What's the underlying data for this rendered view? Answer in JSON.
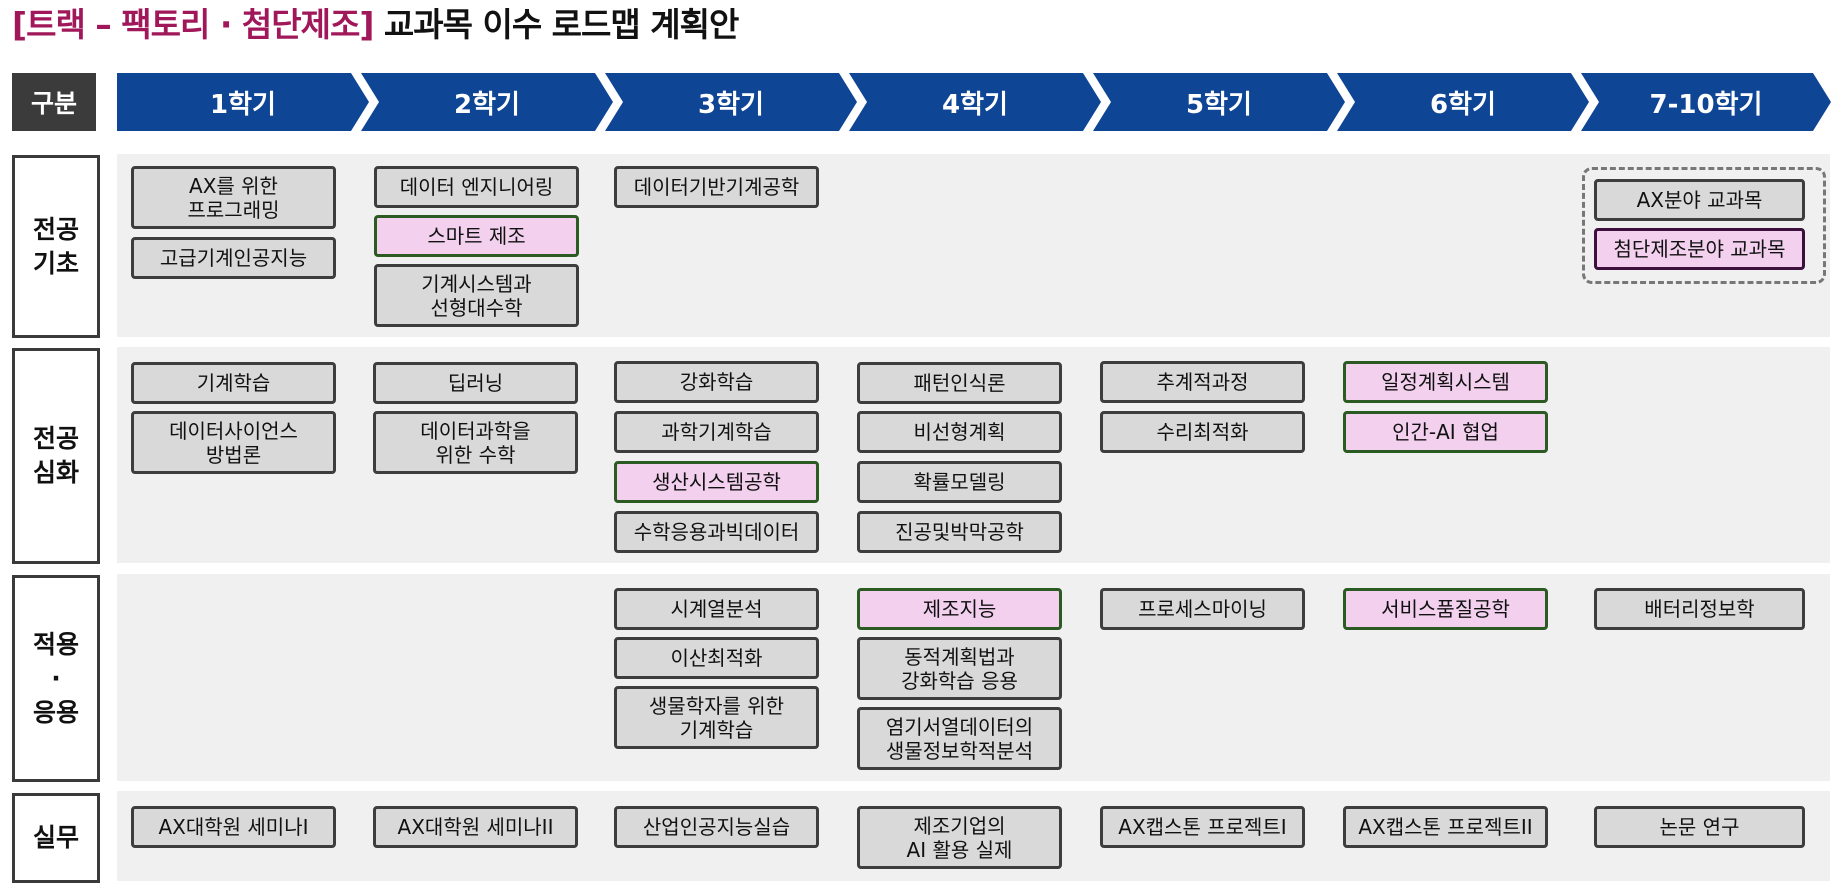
{
  "title": {
    "accent": "[트랙 – 팩토리 · 첨단제조]",
    "rest": "교과목 이수 로드맵 계획안"
  },
  "header": {
    "gubun": "구분",
    "semesters": [
      "1학기",
      "2학기",
      "3학기",
      "4학기",
      "5학기",
      "6학기",
      "7-10학기"
    ]
  },
  "rows": {
    "foundation": "전공\n기초",
    "advanced": "전공\n심화",
    "applied": "적용\n·\n응용",
    "practice": "실무"
  },
  "courses": {
    "foundation": {
      "s1": [
        "AX를 위한\n프로그래밍",
        "고급기계인공지능"
      ],
      "s2": [
        "데이터 엔지니어링",
        "스마트 제조",
        "기계시스템과\n선형대수학"
      ],
      "s3": [
        "데이터기반기계공학"
      ],
      "s7": [
        "AX분야 교과목",
        "첨단제조분야 교과목"
      ]
    },
    "advanced": {
      "s1": [
        "기계학습",
        "데이터사이언스\n방법론"
      ],
      "s2": [
        "딥러닝",
        "데이터과학을\n위한 수학"
      ],
      "s3": [
        "강화학습",
        "과학기계학습",
        "생산시스템공학",
        "수학응용과빅데이터"
      ],
      "s4": [
        "패턴인식론",
        "비선형계획",
        "확률모델링",
        "진공및박막공학"
      ],
      "s5": [
        "추계적과정",
        "수리최적화"
      ],
      "s6": [
        "일정계획시스템",
        "인간-AI 협업"
      ]
    },
    "applied": {
      "s3": [
        "시계열분석",
        "이산최적화",
        "생물학자를 위한\n기계학습"
      ],
      "s4": [
        "제조지능",
        "동적계획법과\n강화학습 응용",
        "염기서열데이터의\n생물정보학적분석"
      ],
      "s5": [
        "프로세스마이닝"
      ],
      "s6": [
        "서비스품질공학"
      ],
      "s7": [
        "배터리정보학"
      ]
    },
    "practice": {
      "s1": [
        "AX대학원 세미나I"
      ],
      "s2": [
        "AX대학원 세미나II"
      ],
      "s3": [
        "산업인공지능실습"
      ],
      "s4": [
        "제조기업의\nAI 활용 실제"
      ],
      "s5": [
        "AX캡스톤 프로젝트I"
      ],
      "s6": [
        "AX캡스톤 프로젝트II"
      ],
      "s7": [
        "논문 연구"
      ]
    }
  },
  "colors": {
    "title_accent": "#a0185a",
    "header_blue": "#0f4595",
    "header_dark": "#3b3b3b",
    "course_gray": "#d9d9d9",
    "course_pink": "#f2d0ee",
    "pink_border_green": "#2c5a23",
    "row_bg": "#f0f0f0"
  }
}
